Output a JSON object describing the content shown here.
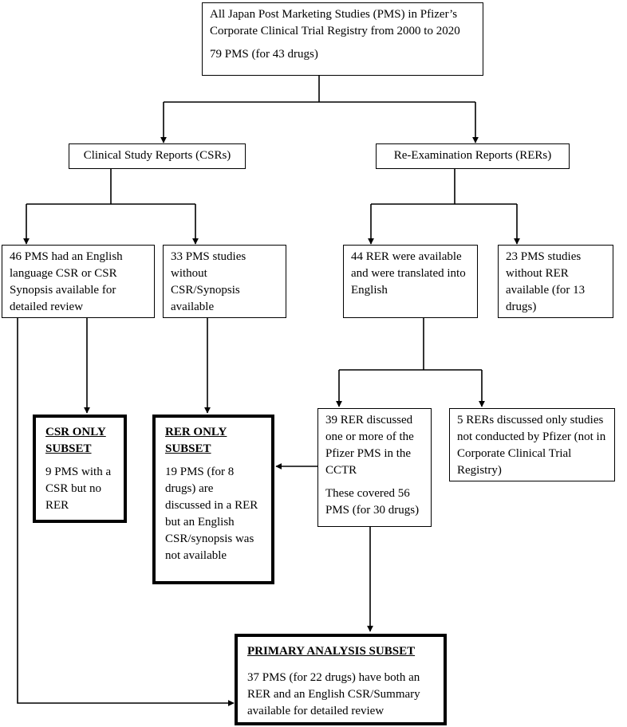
{
  "diagram": {
    "top": {
      "line1": "All Japan Post Marketing Studies (PMS) in Pfizer’s Corporate Clinical Trial Registry from 2000 to 2020",
      "line2": "79 PMS (for 43 drugs)"
    },
    "csrs": {
      "label": "Clinical Study Reports (CSRs)"
    },
    "rers": {
      "label": "Re-Examination Reports (RERs)"
    },
    "csr_available": {
      "text": "46 PMS had an English language CSR or CSR Synopsis available for detailed review"
    },
    "csr_unavailable": {
      "text": "33 PMS studies without CSR/Synopsis available"
    },
    "rer_available": {
      "text": "44 RER were available and were translated into English"
    },
    "rer_unavailable": {
      "text": "23 PMS studies without RER available (for 13 drugs)"
    },
    "csr_only": {
      "title": "CSR ONLY SUBSET",
      "text": "9 PMS with a CSR but no RER"
    },
    "rer_only": {
      "title": "RER ONLY SUBSET",
      "text": "19 PMS (for 8 drugs) are discussed in a RER but an English CSR/synopsis was not available"
    },
    "rer_discussed": {
      "text1": "39 RER discussed one or more of the Pfizer PMS in the CCTR",
      "text2": "These covered 56 PMS (for 30 drugs)"
    },
    "rer_other": {
      "text": "5 RERs discussed only studies not conducted by Pfizer (not in Corporate Clinical Trial Registry)"
    },
    "primary": {
      "title": "PRIMARY ANALYSIS SUBSET",
      "text": "37 PMS (for 22 drugs) have both an RER and an English CSR/Summary available for detailed review"
    }
  }
}
